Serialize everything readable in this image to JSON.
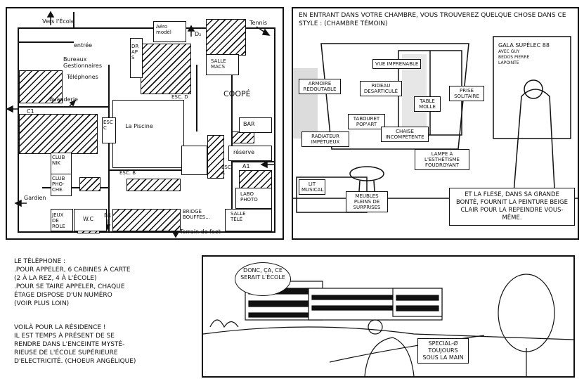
{
  "map": {
    "vers_ecole": "Vers l'École",
    "aero_model": "Aéro modél",
    "d2": "D₂",
    "tennis": "Tennis",
    "entree": "entrée",
    "draps": "DRAPS",
    "bureaux": "Bureaux Gestionnaires",
    "telephones": "Téléphones",
    "salle_macs": "SALLE MACS",
    "buanderie": "Buanderie",
    "esc_d": "ESC. D",
    "coope": "COOPÉ",
    "c1": "C1",
    "esc_c": "ESC C",
    "piscine": "La Piscine",
    "bar": "BAR",
    "reserve": "réserve",
    "club_nik": "CLUB NIK",
    "club_photo": "CLUB PHO-CHE.",
    "esc_a": "ESC A",
    "a1": "A1",
    "esc_b": "ESC. B",
    "gardien": "Gardien",
    "labo_photo": "LABO PHOTO",
    "jeux": "JEUX DE ROLE",
    "wc": "W.C",
    "b1": "B1",
    "bridge": "BRIDGE BOUFFES...",
    "salle_tele": "SALLE TÉLÉ",
    "terrain": "Terrain de foot"
  },
  "room_panel": {
    "header": "EN ENTRANT DANS VOTRE CHAMBRE, VOUS TROUVEREZ QUELQUE CHOSE DANS CE STYLE : (CHAMBRE TÉMOIN)",
    "tags": {
      "vue": "VUE IMPRENABLE",
      "armoire": "ARMOIRE REDOUTABLE",
      "rideau": "RIDEAU DESARTICULÉ",
      "table": "TABLE MOLLE",
      "prise": "PRISE SOLITAIRE",
      "tabouret": "TABOURET POP'ART",
      "radiateur": "RADIATEUR IMPÉTUEUX",
      "chaise": "CHAISE INCOMPÉTENTE",
      "lampe": "LAMPE À L'ESTHÉTISME FOUDROYANT",
      "lit": "LIT MUSICAL",
      "meubles": "MEUBLES PLEINS DE SURPRISES"
    },
    "poster_title": "GALA SUPÉLEC 88",
    "poster_sub": "AVEC GUY BEDOS PIERRE LAPOINTE",
    "caption": "ET LA FLESE, DANS SA GRANDE BONTÉ, FOURNIT LA PEINTURE BEIGE CLAIR POUR LA REPEINDRE VOUS-MÊME."
  },
  "text_block": {
    "p1": "LE TÉLÉPHONE :\n.POUR APPELER, 6 CABINES À CARTE\n  (2 À LA REZ, 4 À L'ÉCOLE)\n.POUR SE TAIRE APPELER, CHAQUE\n  ÉTAGE DISPOSE D'UN NUMÉRO\n  (VOIR PLUS LOIN)",
    "p2": "VOILÀ POUR LA RÉSIDENCE !\nIL EST TEMPS À PRÉSENT DE SE\nRENDRE DANS L'ENCEINTE MYSTÉ-\nRIEUSE DE L'ÉCOLE SUPÉRIEURE\nD'ELECTRICITÉ. (CHOEUR ANGÉLIQUE)"
  },
  "school_panel": {
    "bubble": "DONC, ÇA, CE SERAIT L'ÉCOLE",
    "camera_tag": "SPECIAL-Ø TOUJOURS SOUS LA MAIN"
  }
}
